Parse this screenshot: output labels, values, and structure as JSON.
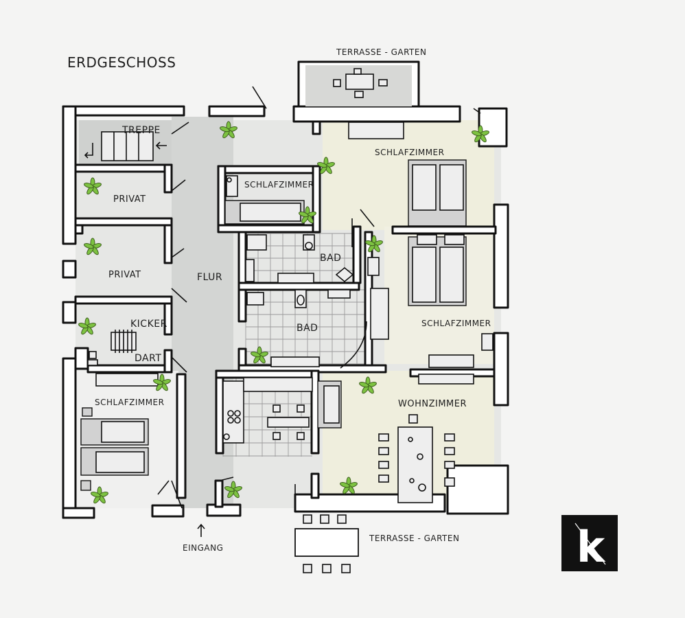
{
  "plan_title": "ERDGESCHOSS",
  "rooms": {
    "treppe": "TREPPE",
    "privat_1": "PRIVAT",
    "privat_2": "PRIVAT",
    "kicker": "KICKER",
    "dart": "DART",
    "schlafzimmer_left": "SCHLAFZIMMER",
    "flur": "FLUR",
    "schlafzimmer_center": "SCHLAFZIMMER",
    "bad_1": "BAD",
    "bad_2": "BAD",
    "schlafzimmer_top_right": "SCHLAFZIMMER",
    "schlafzimmer_right": "SCHLAFZIMMER",
    "wohnzimmer": "WOHNZIMMER"
  },
  "outside": {
    "terrasse_top": "TERRASSE - GARTEN",
    "terrasse_bottom": "TERRASSE - GARTEN",
    "eingang": "EINGANG"
  },
  "logo": {
    "letter": "k"
  },
  "colors": {
    "background": "#f4f4f3",
    "wall": "#111111",
    "floor_gray": "#d9dbd9",
    "floor_cream": "#efeedc",
    "plant_green": "#7dc241",
    "logo_bg": "#111111"
  },
  "icons": [
    "plant-icon",
    "bed-icon",
    "sofa-icon",
    "table-icon",
    "chair-icon",
    "stairs-icon",
    "toilet-icon",
    "sink-icon",
    "bathtub-icon",
    "stove-icon",
    "kicker-table-icon",
    "arrow-up-icon"
  ]
}
